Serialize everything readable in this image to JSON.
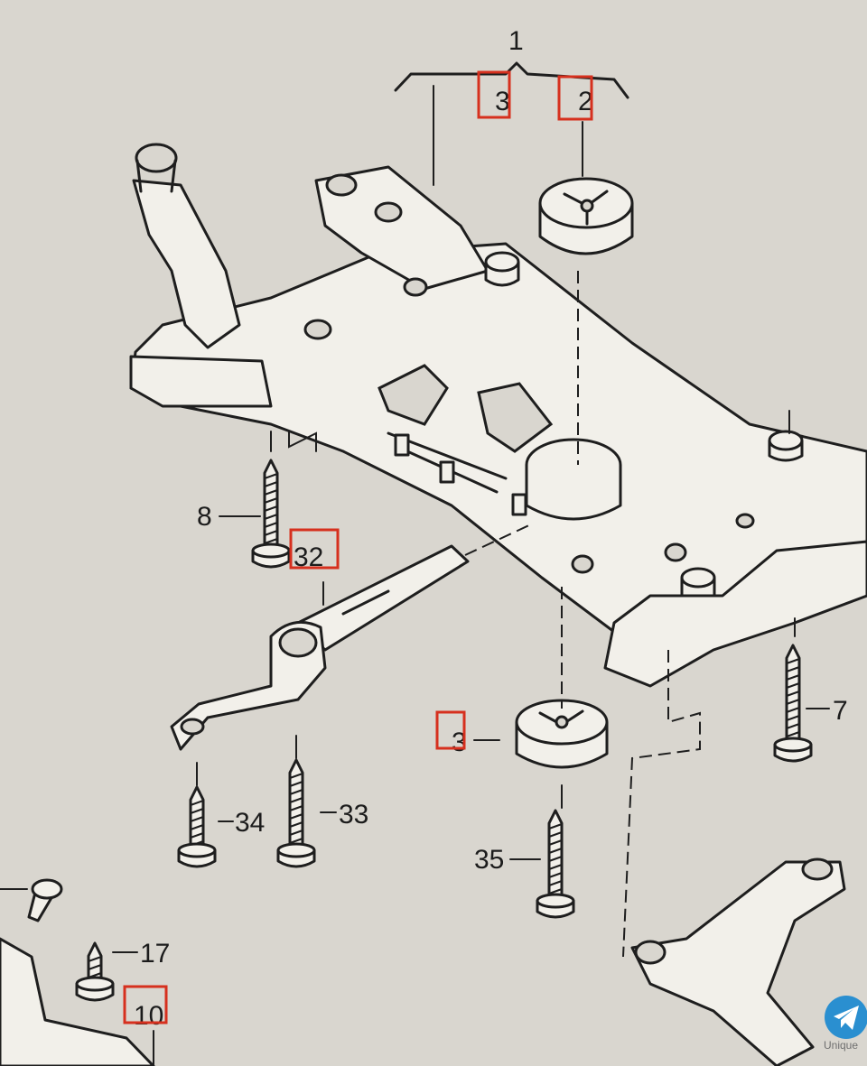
{
  "diagram": {
    "callouts": {
      "c1": "1",
      "c2": "2",
      "c3_top": "3",
      "c3_bottom": "3",
      "c7": "7",
      "c8": "8",
      "c10": "10",
      "c17": "17",
      "c32": "32",
      "c33": "33",
      "c34": "34",
      "c35": "35"
    },
    "highlighted_callouts": [
      "2",
      "3",
      "3",
      "10",
      "32"
    ],
    "watermark": "Unique",
    "colors": {
      "paper": "#d9d6cf",
      "part_fill": "#f2f0ea",
      "line": "#1e1e1e",
      "highlight": "#d6301e",
      "badge": "#2a8fd0"
    },
    "icons": {
      "badge": "telegram-icon"
    }
  }
}
